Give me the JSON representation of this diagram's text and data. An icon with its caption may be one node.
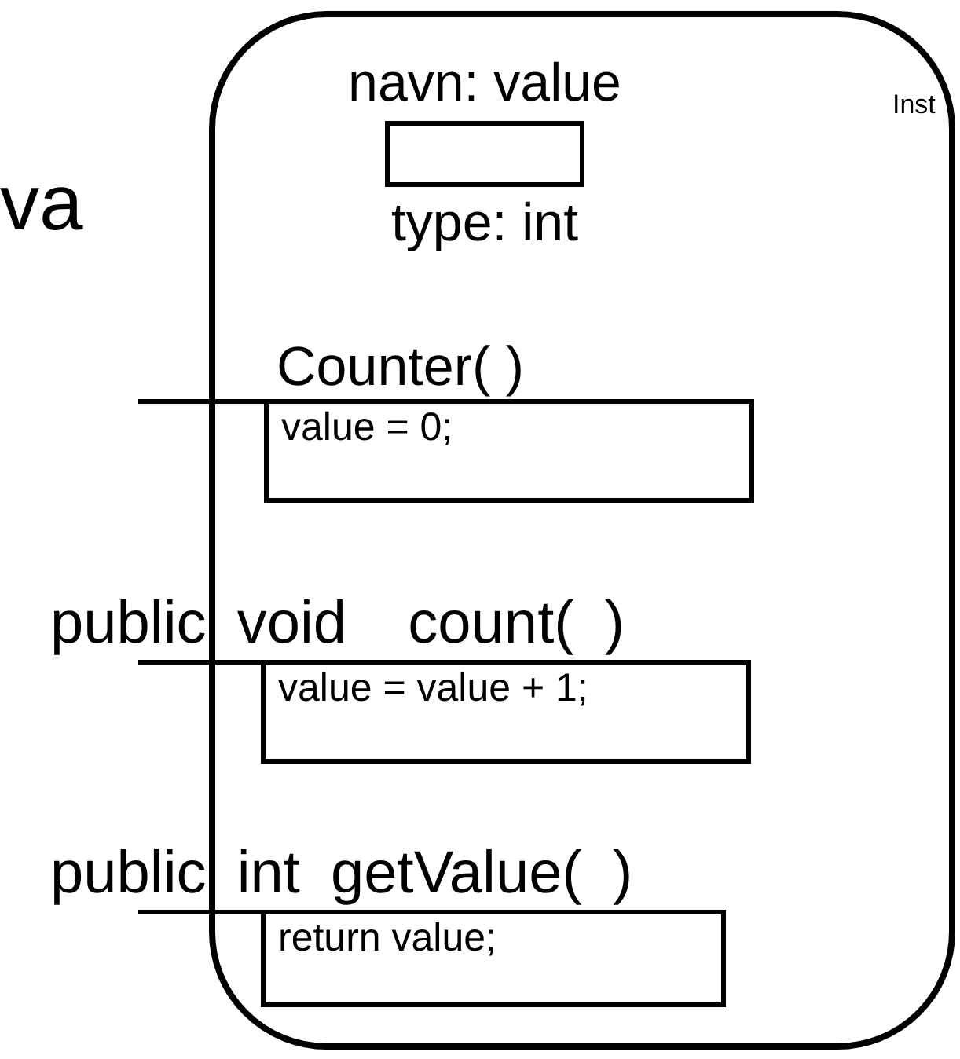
{
  "diagram": {
    "nodes": [
      {
        "text": [],
        "shape": "box"
      },
      {
        "text": [],
        "shape": "box",
        "in": 0,
        "beside": [
          "navn: value",
          "type: int"
        ]
      },
      {
        "text": [
          "Counter( )",
          "value = 0;"
        ],
        "in": 0
      },
      {
        "text": [
          "public void  count( )",
          "value = value + 1;"
        ],
        "in": 0
      },
      {
        "text": [
          "public int getValue( )",
          "return value;"
        ],
        "in": 0
      }
    ],
    "edges": [
      {
        "from": null,
        "to": 2,
        "arrow": "none"
      },
      {
        "from": null,
        "to": 3,
        "arrow": "none"
      },
      {
        "from": null,
        "to": 4,
        "arrow": "none"
      }
    ],
    "labels": [
      "va",
      "Inst"
    ]
  }
}
